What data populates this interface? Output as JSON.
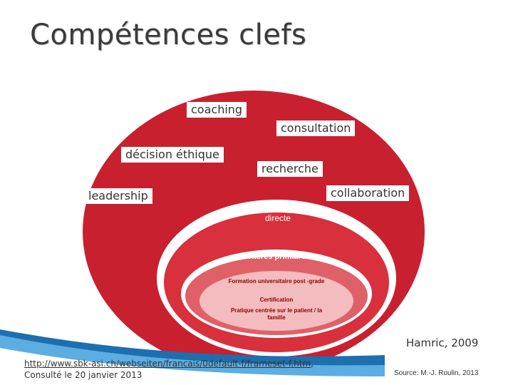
{
  "title": "Compétences clefs",
  "outer_skills": [
    "coaching",
    "consultation",
    "décision éthique",
    "recherche",
    "leadership",
    "collaboration"
  ],
  "core": "Pratique clinique directe",
  "primary_criteria": {
    "title": "Critères primaires",
    "items": [
      "Formation universitaire post -grade",
      "Certification",
      "Pratique centrée sur le patient / la famille"
    ]
  },
  "attribution": "Hamric, 2009",
  "reference": {
    "url": "http://www.sbk-asi.ch/webseiten/francais/0default-f/frameset-f.htm",
    "consulted": "Consulté le 20 janvier 2013"
  },
  "source": "Source: M.-J. Roulin, 2013",
  "colors": {
    "outer": "#c8202f",
    "ring": "#ffffff",
    "middle": "#d8303c",
    "inner": "#f0a8ac"
  }
}
